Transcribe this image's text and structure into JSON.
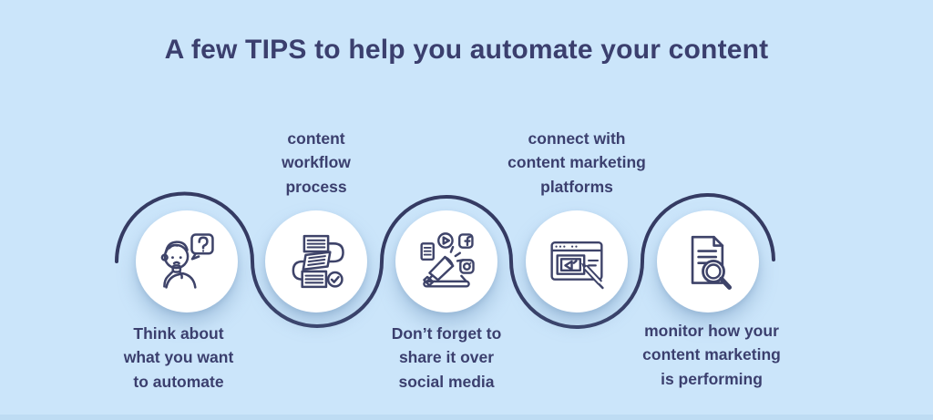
{
  "title": "A few TIPS to help you automate your content",
  "colors": {
    "background": "#cbe5fa",
    "navy_text": "#3b3f6e",
    "connector_line": "#353b63",
    "icon_stroke": "#3e4369",
    "circle_fill": "#ffffff",
    "bottom_strip": "#bedcf3"
  },
  "steps": [
    {
      "id": 1,
      "icon": "thinking-person-icon",
      "label": "Think about\nwhat you want\nto automate",
      "label_position": "below"
    },
    {
      "id": 2,
      "icon": "workflow-documents-icon",
      "label": "content\nworkflow\nprocess",
      "label_position": "above"
    },
    {
      "id": 3,
      "icon": "social-media-share-icon",
      "label": "Don’t forget to\nshare it over\nsocial media",
      "label_position": "below"
    },
    {
      "id": 4,
      "icon": "marketing-platform-browser-icon",
      "label": "connect with\ncontent marketing\nplatforms",
      "label_position": "above"
    },
    {
      "id": 5,
      "icon": "document-magnifier-icon",
      "label": "monitor how your\ncontent marketing\nis performing",
      "label_position": "below"
    }
  ]
}
